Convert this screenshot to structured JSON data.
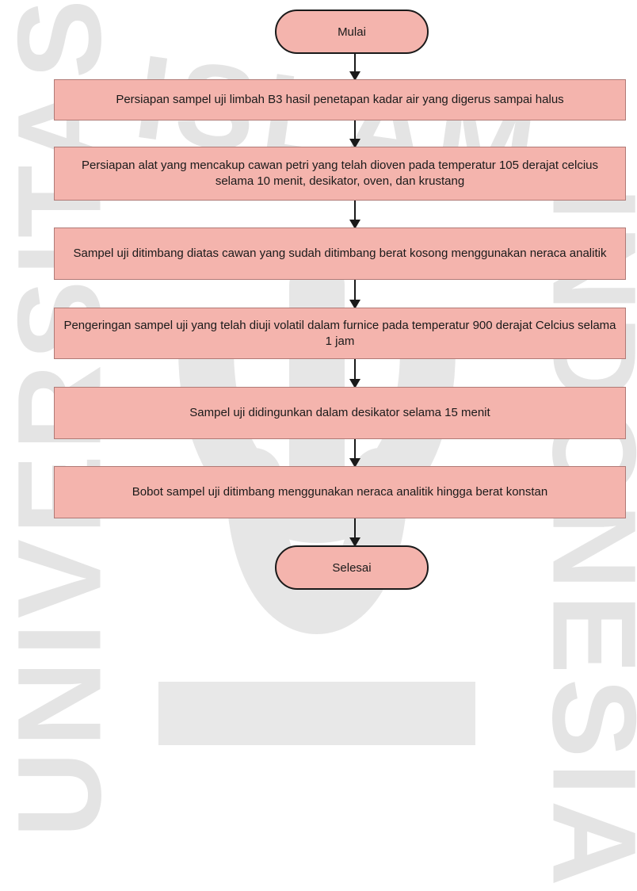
{
  "watermark": {
    "top": "ISLAM",
    "left": "UNIVERSITAS",
    "right": "INDONESIA"
  },
  "flowchart": {
    "start": "Mulai",
    "steps": [
      "Persiapan sampel uji limbah B3 hasil penetapan kadar air yang digerus sampai halus",
      "Persiapan alat yang mencakup cawan petri yang telah dioven pada temperatur 105 derajat celcius selama 10 menit, desikator, oven, dan krustang",
      "Sampel uji ditimbang diatas cawan yang sudah ditimbang berat kosong menggunakan neraca analitik",
      "Pengeringan sampel uji yang telah diuji volatil dalam furnice pada temperatur 900 derajat Celcius selama 1 jam",
      "Sampel uji didingunkan dalam desikator selama 15 menit",
      "Bobot sampel uji ditimbang menggunakan neraca analitik hingga berat konstan"
    ],
    "end": "Selesai"
  },
  "colors": {
    "box_fill": "#f4b4ad",
    "stroke": "#1a1a1a",
    "watermark": "#e4e4e4"
  }
}
